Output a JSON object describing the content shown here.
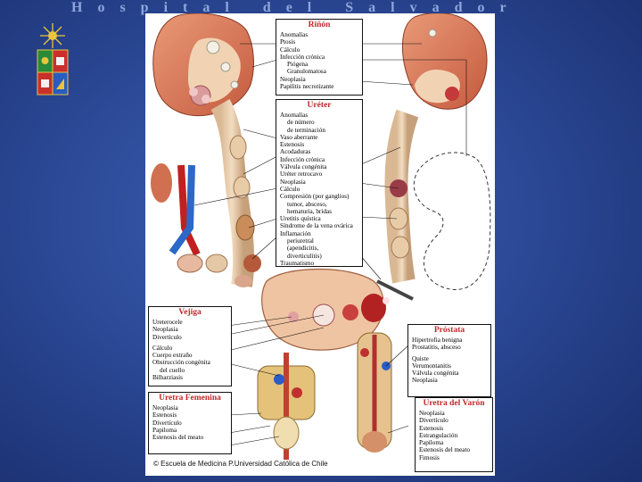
{
  "header": {
    "title": "Hospital del Salvador"
  },
  "logo": {
    "name": "university-crest-icon"
  },
  "plate": {
    "copyright": "© Escuela de Medicina  P.Universidad Católica de Chile",
    "rinon": {
      "title": "Riñón",
      "items": [
        {
          "text": "Anomalías",
          "indent": false
        },
        {
          "text": "Ptosis",
          "indent": false
        },
        {
          "text": "Cálculo",
          "indent": false
        },
        {
          "text": "Infección crónica",
          "indent": false
        },
        {
          "text": "Piógena",
          "indent": true
        },
        {
          "text": "Granulomatosa",
          "indent": true
        },
        {
          "text": "Neoplasia",
          "indent": false
        },
        {
          "text": "Papilitis necrotizante",
          "indent": false
        }
      ]
    },
    "ureter": {
      "title": "Uréter",
      "items": [
        {
          "text": "Anomalías",
          "indent": false
        },
        {
          "text": "de número",
          "indent": true
        },
        {
          "text": "de terminación",
          "indent": true
        },
        {
          "text": "Vaso aberrante",
          "indent": false
        },
        {
          "text": "Estenosis",
          "indent": false
        },
        {
          "text": "Acodaduras",
          "indent": false
        },
        {
          "text": "Infección crónica",
          "indent": false
        },
        {
          "text": "Válvula congénita",
          "indent": false
        },
        {
          "text": "Uréter retrocavo",
          "indent": false
        },
        {
          "text": "Neoplasia",
          "indent": false
        },
        {
          "text": "Cálculo",
          "indent": false
        },
        {
          "text": "Compresión (por ganglios)",
          "indent": false
        },
        {
          "text": "tumor, absceso,",
          "indent": true
        },
        {
          "text": "hematuria, bridas",
          "indent": true
        },
        {
          "text": "Uretitis quística",
          "indent": false
        },
        {
          "text": "Síndrome de la vena ovárica",
          "indent": false
        },
        {
          "text": "Inflamación",
          "indent": false
        },
        {
          "text": "periuretral",
          "indent": true
        },
        {
          "text": "(apendicitis,",
          "indent": true
        },
        {
          "text": "diverticulitis)",
          "indent": true
        },
        {
          "text": "Traumatismo",
          "indent": false
        }
      ]
    },
    "vejiga": {
      "title": "Vejiga",
      "items": [
        {
          "text": "Ureterocele",
          "indent": false,
          "gap": false
        },
        {
          "text": "Neoplasia",
          "indent": false,
          "gap": false
        },
        {
          "text": "Divertículo",
          "indent": false,
          "gap": false
        },
        {
          "text": "Cálculo",
          "indent": false,
          "gap": true
        },
        {
          "text": "Cuerpo extraño",
          "indent": false,
          "gap": false
        },
        {
          "text": "Obstrucción congénita",
          "indent": false,
          "gap": false
        },
        {
          "text": "del cuello",
          "indent": true,
          "gap": false
        },
        {
          "text": "Bilharziasis",
          "indent": false,
          "gap": false
        }
      ]
    },
    "uretra_femenina": {
      "title": "Uretra Femenina",
      "items": [
        {
          "text": "Neoplasia",
          "indent": false
        },
        {
          "text": "Estenosis",
          "indent": false
        },
        {
          "text": "Divertículo",
          "indent": false
        },
        {
          "text": "Papiloma",
          "indent": false
        },
        {
          "text": "Estenosis del meato",
          "indent": false
        }
      ]
    },
    "prostata": {
      "title": "Próstata",
      "items": [
        {
          "text": "Hipertrofia benigna",
          "indent": false,
          "gap": false
        },
        {
          "text": "Prostatitis, absceso",
          "indent": false,
          "gap": false
        },
        {
          "text": "Quiste",
          "indent": false,
          "gap": true
        },
        {
          "text": "Verumontanitis",
          "indent": false,
          "gap": false
        },
        {
          "text": "Válvula congénita",
          "indent": false,
          "gap": false
        },
        {
          "text": "Neoplasia",
          "indent": false,
          "gap": false
        }
      ]
    },
    "uretra_varon": {
      "title": "Uretra del Varón",
      "items": [
        {
          "text": "Neoplasia",
          "indent": false
        },
        {
          "text": "Divertículo",
          "indent": false
        },
        {
          "text": "Estenosis",
          "indent": false
        },
        {
          "text": "Estrangulación",
          "indent": false
        },
        {
          "text": "Papiloma",
          "indent": false
        },
        {
          "text": "Estenosis del meato",
          "indent": false
        },
        {
          "text": "Fimosis",
          "indent": false
        }
      ]
    }
  }
}
